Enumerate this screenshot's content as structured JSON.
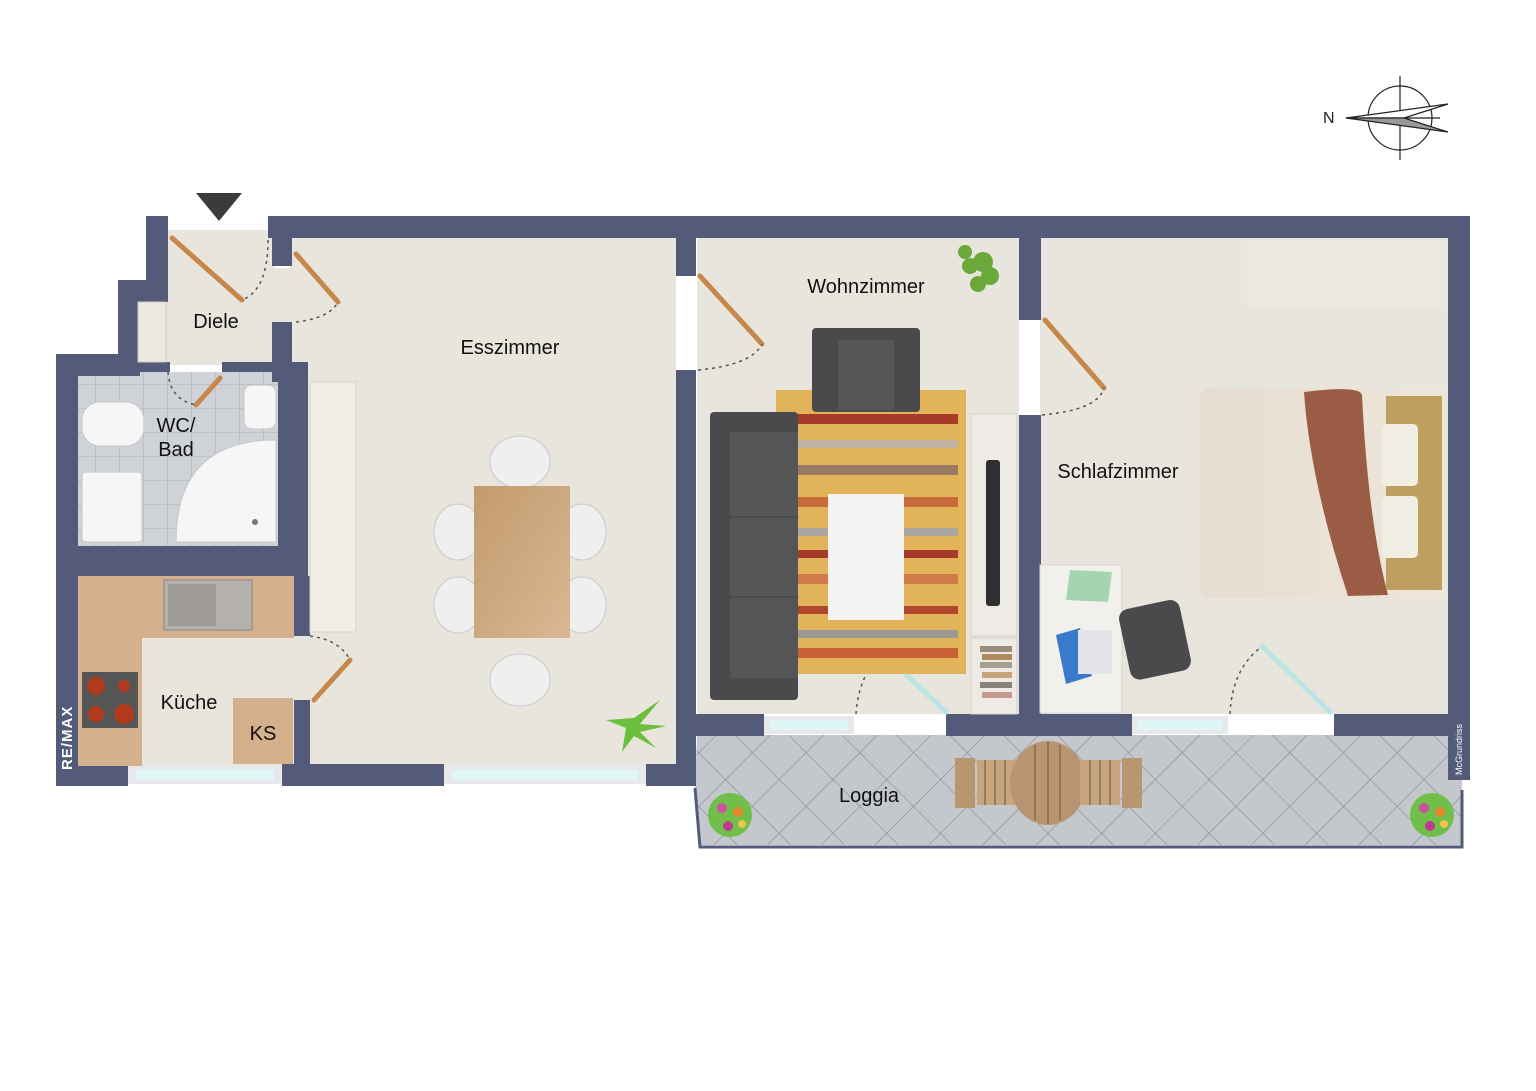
{
  "plan": {
    "type": "apartment-floor-plan",
    "compass": {
      "label": "N",
      "direction": "left"
    },
    "entrance_marker": "entrance-arrow",
    "rooms": [
      {
        "id": "diele",
        "label": "Diele"
      },
      {
        "id": "wc-bad",
        "label_line1": "WC/",
        "label_line2": "Bad"
      },
      {
        "id": "kueche",
        "label": "Küche"
      },
      {
        "id": "kuehlschrank",
        "label": "KS"
      },
      {
        "id": "esszimmer",
        "label": "Esszimmer"
      },
      {
        "id": "wohnzimmer",
        "label": "Wohnzimmer"
      },
      {
        "id": "schlafzimmer",
        "label": "Schlafzimmer"
      },
      {
        "id": "loggia",
        "label": "Loggia"
      }
    ],
    "branding": {
      "agency": "RE/MAX",
      "credit": "McGrundriss"
    },
    "colors": {
      "wall": "#535a7a",
      "floor": "#e8e5dd",
      "tile": "#c9ccd0",
      "loggia_tile": "#c2c6cb",
      "wood_door": "#c8874a",
      "counter": "#d4b08c",
      "window_glass": "#dff6f7",
      "sofa": "#4a4a4c",
      "table": "#c8a47e"
    }
  }
}
